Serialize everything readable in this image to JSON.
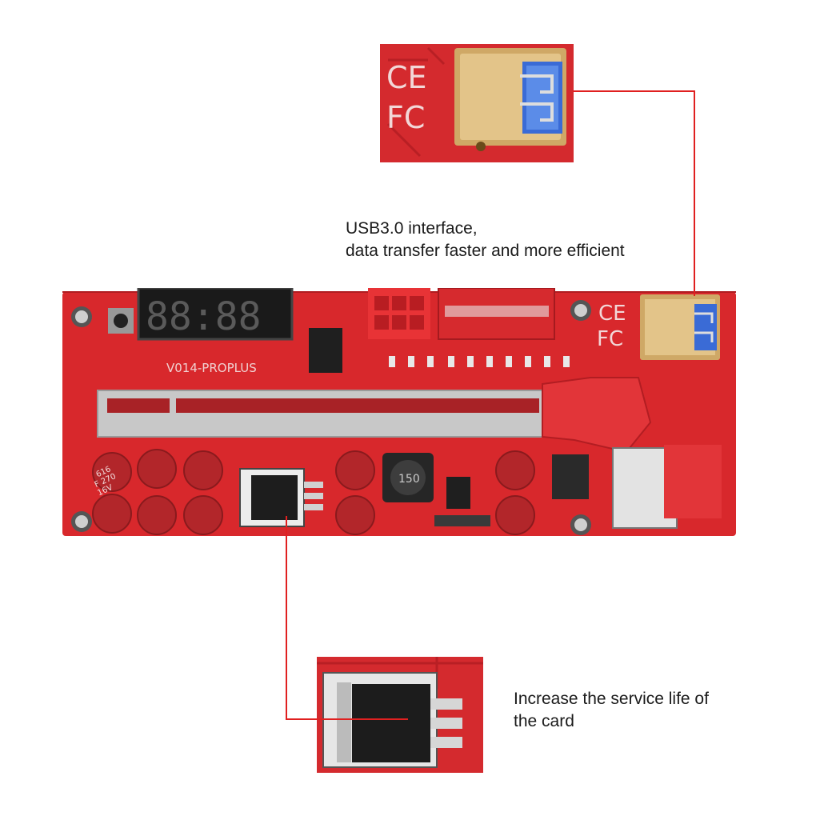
{
  "captions": {
    "usb": {
      "line1": "USB3.0 interface,",
      "line2": "data transfer faster and more efficient"
    },
    "mosfet": {
      "line1": "Increase the service life of",
      "line2": "the card"
    }
  },
  "board": {
    "model_label": "V014-PROPLUS",
    "inductor_label": "150",
    "capacitor_label_lines": [
      "616",
      "F 270",
      "16V"
    ],
    "display_digits": "88:88",
    "ce_mark": "CE",
    "fc_mark": "FC"
  },
  "colors": {
    "pcb": "#d8282c",
    "pcb_dark": "#b01c20",
    "callout_line": "#e02020",
    "slot": "#c8c8c8",
    "usb_metal": "#d9b87a"
  }
}
